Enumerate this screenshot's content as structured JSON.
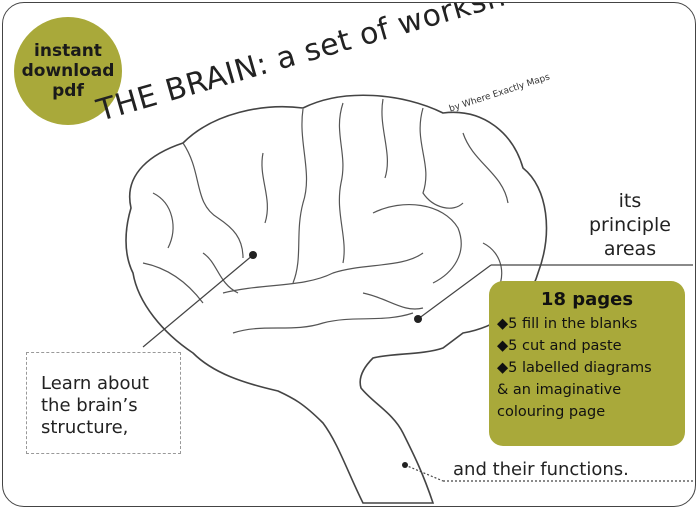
{
  "badge": {
    "line1": "instant",
    "line2": "download",
    "line3": "pdf"
  },
  "header": {
    "title": "THE BRAIN: a set of worksheets",
    "byline": "by Where Exactly Maps"
  },
  "callouts": {
    "areas_line1": "its",
    "areas_line2": "principle",
    "areas_line3": "areas",
    "learn_line1": "Learn about",
    "learn_line2": "the brain’s",
    "learn_line3": "structure,",
    "functions": "and their functions."
  },
  "pages_box": {
    "heading": "18 pages",
    "item1": "5 fill in the blanks",
    "item2": "5 cut and paste",
    "item3": "5 labelled diagrams",
    "line4": "& an imaginative",
    "line5": "colouring page",
    "bullet": "◆"
  },
  "colors": {
    "accent": "#a9a93a",
    "outline": "#444444"
  }
}
